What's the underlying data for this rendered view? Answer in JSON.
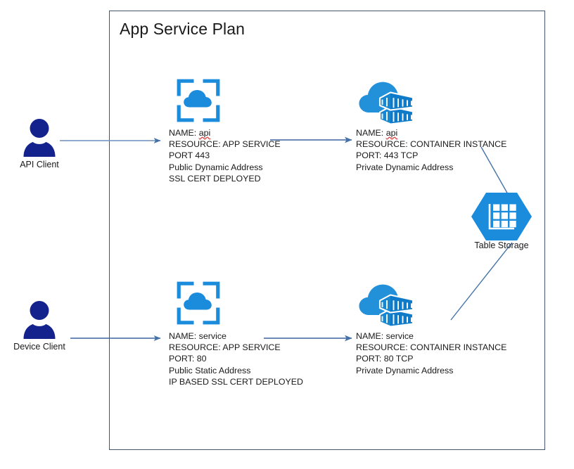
{
  "diagram": {
    "title": "App Service Plan",
    "colors": {
      "boundary_border": "#44546a",
      "person": "#13228c",
      "azure_blue": "#1b8bdc",
      "azure_blue_dark": "#0f7ac8",
      "connector": "#4472a8",
      "spellcheck_underline": "#e03b3b",
      "text": "#1a1a1a"
    }
  },
  "actors": [
    {
      "id": "api-client",
      "label": "API Client",
      "icon": "person-icon"
    },
    {
      "id": "device-client",
      "label": "Device Client",
      "icon": "person-icon"
    }
  ],
  "nodes": {
    "app_service_api": {
      "icon": "app-service-icon",
      "lines": [
        {
          "text": "NAME: ",
          "value": "api",
          "misspelled": true
        },
        {
          "text": "RESOURCE: APP SERVICE"
        },
        {
          "text": "PORT 443"
        },
        {
          "text": "Public Dynamic Address"
        },
        {
          "text": "SSL CERT DEPLOYED"
        }
      ]
    },
    "container_api": {
      "icon": "container-instance-icon",
      "lines": [
        {
          "text": "NAME: ",
          "value": "api",
          "misspelled": true
        },
        {
          "text": "RESOURCE: CONTAINER INSTANCE"
        },
        {
          "text": "PORT: 443 TCP"
        },
        {
          "text": "Private Dynamic Address"
        }
      ]
    },
    "app_service_service": {
      "icon": "app-service-icon",
      "lines": [
        {
          "text": "NAME: service"
        },
        {
          "text": "RESOURCE: APP SERVICE"
        },
        {
          "text": "PORT: 80"
        },
        {
          "text": "Public Static Address"
        },
        {
          "text": "IP BASED SSL CERT DEPLOYED"
        }
      ]
    },
    "container_service": {
      "icon": "container-instance-icon",
      "lines": [
        {
          "text": "NAME: service"
        },
        {
          "text": "RESOURCE: CONTAINER INSTANCE"
        },
        {
          "text": "PORT: 80 TCP"
        },
        {
          "text": "Private Dynamic Address"
        }
      ]
    },
    "table_storage": {
      "icon": "table-storage-icon",
      "label": "Table Storage"
    }
  },
  "connectors": [
    {
      "id": "api-client-to-app-service",
      "arrow": true
    },
    {
      "id": "app-service-to-container-api",
      "arrow": true
    },
    {
      "id": "device-client-to-app-service",
      "arrow": true
    },
    {
      "id": "app-service-to-container-service",
      "arrow": true
    },
    {
      "id": "container-api-to-table-storage",
      "arrow": false
    },
    {
      "id": "container-service-to-table-storage",
      "arrow": false
    }
  ]
}
